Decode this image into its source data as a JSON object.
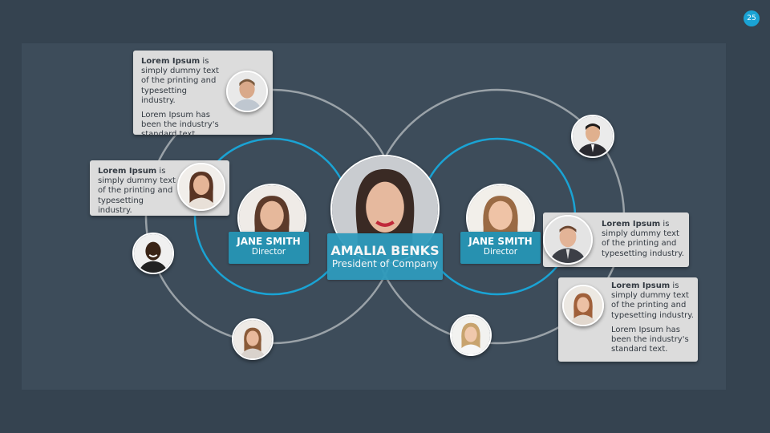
{
  "page_number": "25",
  "center_person": {
    "name": "AMALIA BENKS",
    "role": "President of Company",
    "avatar_icon": "woman-portrait-icon"
  },
  "left_person": {
    "name": "JANE SMITH",
    "role": "Director",
    "avatar_icon": "woman-portrait-icon"
  },
  "right_person": {
    "name": "JANE SMITH",
    "role": "Director",
    "avatar_icon": "woman-portrait-icon"
  },
  "callouts": [
    {
      "bold": "Lorem Ipsum",
      "rest": " is simply dummy text of the printing and typesetting industry.",
      "para2": "Lorem Ipsum has been the industry's standard text."
    },
    {
      "bold": "Lorem Ipsum",
      "rest": " is simply dummy text of the printing and typesetting industry."
    },
    {
      "bold": "Lorem Ipsum",
      "rest": " is simply dummy text of the printing and typesetting industry."
    },
    {
      "bold": "Lorem Ipsum",
      "rest": " is simply dummy text of the printing and typesetting industry.",
      "para2": "Lorem Ipsum has been the industry's standard text."
    }
  ],
  "colors": {
    "background": "#354350",
    "panel": "#3d4c5a",
    "accent": "#1aa3d4",
    "outer_ring": "#9aa2a8",
    "tag": "#2791b0",
    "callout_bg": "#dcdcdc"
  }
}
